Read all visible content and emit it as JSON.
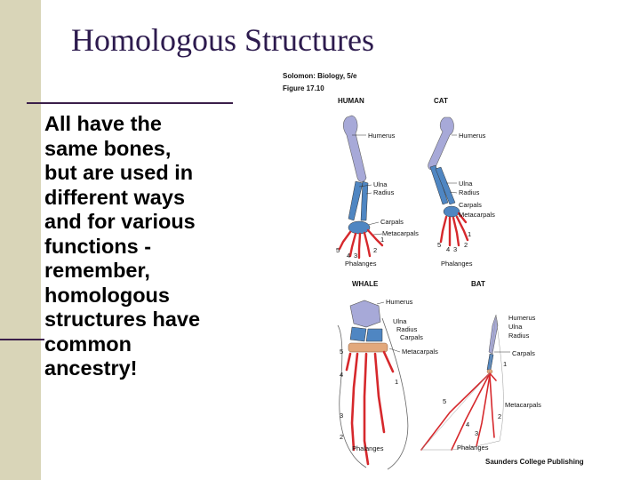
{
  "slide": {
    "title": "Homologous Structures",
    "body_lines": [
      "All have the",
      "same bones,",
      "but are used in",
      "different ways",
      "and for various",
      "functions -",
      "remember,",
      "homologous",
      "structures have",
      "common",
      "ancestry!"
    ]
  },
  "figure": {
    "source_line1": "Solomon: Biology, 5/e",
    "source_line2": "Figure 17.10",
    "publisher": "Saunders College Publishing",
    "panels": {
      "human": {
        "name": "HUMAN",
        "labels": {
          "humerus": "Humerus",
          "ulna": "Ulna",
          "radius": "Radius",
          "carpals": "Carpals",
          "metacarpals": "Metacarpals",
          "phalanges": "Phalanges"
        },
        "digits": [
          "1",
          "2",
          "5",
          "4",
          "3"
        ]
      },
      "cat": {
        "name": "CAT",
        "labels": {
          "humerus": "Humerus",
          "ulna": "Ulna",
          "radius": "Radius",
          "carpals": "Carpals",
          "metacarpals": "Metacarpals",
          "phalanges": "Phalanges"
        },
        "digits": [
          "1",
          "2",
          "5",
          "4",
          "3"
        ]
      },
      "whale": {
        "name": "WHALE",
        "labels": {
          "humerus": "Humerus",
          "ulna": "Ulna",
          "radius": "Radius",
          "carpals": "Carpals",
          "metacarpals": "Metacarpals",
          "phalanges": "Phalanges"
        },
        "digits": [
          "5",
          "4",
          "1",
          "3",
          "2"
        ]
      },
      "bat": {
        "name": "BAT",
        "labels": {
          "humerus": "Humerus",
          "ulna": "Ulna",
          "radius": "Radius",
          "carpals": "Carpals",
          "metacarpals": "Metacarpals",
          "phalanges": "Phalanges"
        },
        "digits": [
          "1",
          "5",
          "2",
          "4",
          "3"
        ]
      }
    },
    "colors": {
      "humerus": "#a7a9d8",
      "forearm": "#4f86c2",
      "carpals": "#e2a87c",
      "digits": "#d6282c",
      "slide_accent": "#3b1f4a",
      "side_bar": "#d9d5b8",
      "title": "#2d1b4e"
    }
  }
}
